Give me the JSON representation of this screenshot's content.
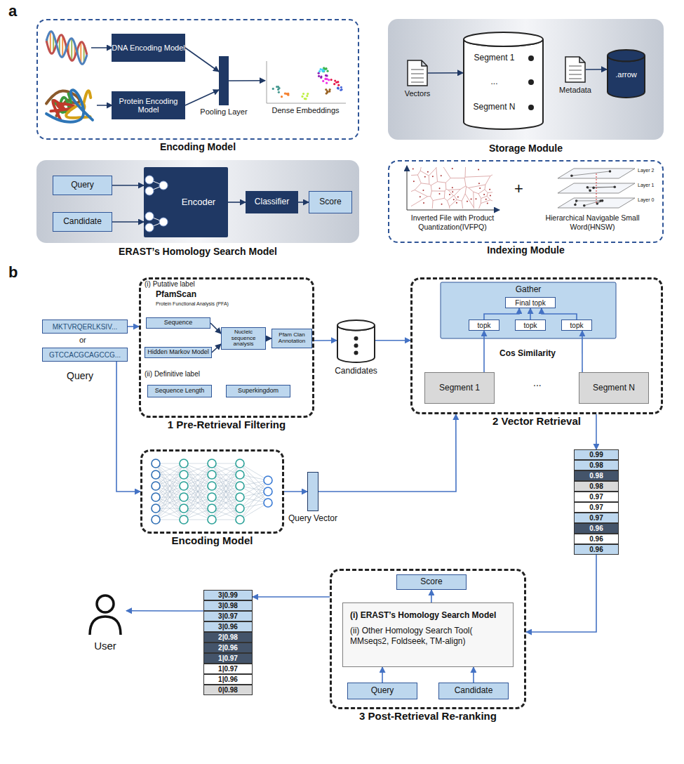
{
  "diagram": {
    "nodes": [
      {
        "text": [
          "Encoding Model"
        ]
      },
      {
        "text": [
          "DNA Encoding Model"
        ],
        "in": 0
      },
      {
        "text": [
          "Protein Encoding Model"
        ],
        "in": 0
      },
      {
        "text": [
          "Pooling Layer"
        ],
        "in": 0
      },
      {
        "text": [
          "Dense Embeddings"
        ],
        "in": 0
      },
      {
        "text": [
          "Storage Module"
        ]
      },
      {
        "text": [
          "Vectors"
        ],
        "in": 5
      },
      {
        "text": [
          "Segment 1",
          "...",
          "Segment N"
        ],
        "in": 5
      },
      {
        "text": [
          "Metadata"
        ],
        "in": 5
      },
      {
        "text": [
          ".arrow"
        ],
        "in": 5
      },
      {
        "text": [
          "ERAST’s Homology Search Model"
        ]
      },
      {
        "text": [
          "Query"
        ],
        "in": 10
      },
      {
        "text": [
          "Candidate"
        ],
        "in": 10
      },
      {
        "text": [
          "Encoder"
        ],
        "in": 10
      },
      {
        "text": [
          "Classifier"
        ],
        "in": 10
      },
      {
        "text": [
          "Score"
        ],
        "in": 10
      },
      {
        "text": [
          "Indexing Module"
        ]
      },
      {
        "text": [
          "Inverted File with Product Quantization(IVFPQ)"
        ],
        "in": 16
      },
      {
        "text": [
          "Hierarchical Navigable Small Word(HNSW)"
        ],
        "in": 16
      },
      {
        "text": [
          "MKTVRQERLKSIV..."
        ]
      },
      {
        "text": [
          "GTCCACGCAGCCG..."
        ]
      },
      {
        "text": [
          "1 Pre-Retrieval Filtering"
        ]
      },
      {
        "text": [
          "Sequence"
        ],
        "in": 21
      },
      {
        "text": [
          "Hidden Markov Model"
        ],
        "in": 21
      },
      {
        "text": [
          "Nucleic sequence analysis"
        ],
        "in": 21
      },
      {
        "text": [
          "Pfam Clan Annotation"
        ],
        "in": 21
      },
      {
        "text": [
          "Sequence Length"
        ],
        "in": 21
      },
      {
        "text": [
          "Superkingdom"
        ],
        "in": 21
      },
      {
        "text": [
          "Candidates"
        ]
      },
      {
        "text": [
          "2 Vector Retrieval"
        ]
      },
      {
        "text": [
          "Gather"
        ],
        "in": 29
      },
      {
        "text": [
          "Final topk"
        ],
        "in": 30
      },
      {
        "text": [
          "topk"
        ],
        "in": 30
      },
      {
        "text": [
          "topk"
        ],
        "in": 30
      },
      {
        "text": [
          "topk"
        ],
        "in": 30
      },
      {
        "text": [
          "Segment 1"
        ],
        "in": 29
      },
      {
        "text": [
          "Segment N"
        ],
        "in": 29
      },
      {
        "text": [
          "Encoding Model"
        ]
      },
      {
        "text": [
          "Query Vector"
        ]
      },
      {
        "text": [
          "0.99",
          "0.98",
          "0.98",
          "0.98",
          "0.97",
          "0.97",
          "0.97",
          "0.96",
          "0.96",
          "0.96"
        ]
      },
      {
        "text": [
          "3 Post-Retrieval Re-ranking"
        ]
      },
      {
        "text": [
          "Score"
        ],
        "in": 40
      },
      {
        "text": [
          "(i) ERAST’s Homology Search Model",
          "(ii) Other Homology Search Tool( MMseqs2, Foldseek, TM-align)"
        ],
        "in": 40
      },
      {
        "text": [
          "Query"
        ],
        "in": 40
      },
      {
        "text": [
          "Candidate"
        ],
        "in": 40
      },
      {
        "text": [
          "3|0.99",
          "3|0.98",
          "3|0.97",
          "3|0.96",
          "2|0.98",
          "2|0.96",
          "1|0.97",
          "1|0.97",
          "1|0.96",
          "0|0.98"
        ]
      },
      {
        "text": [
          "User"
        ]
      }
    ],
    "edges": [
      {
        "from": 1,
        "to": 3,
        "arrow": "to"
      },
      {
        "from": 2,
        "to": 3,
        "arrow": "to"
      },
      {
        "from": 3,
        "to": 4,
        "arrow": "to"
      },
      {
        "from": 6,
        "to": 7,
        "arrow": "to"
      },
      {
        "from": 8,
        "to": 9,
        "arrow": "to"
      },
      {
        "from": 11,
        "to": 13,
        "arrow": "to"
      },
      {
        "from": 12,
        "to": 13,
        "arrow": "to"
      },
      {
        "from": 13,
        "to": 14,
        "arrow": "to"
      },
      {
        "from": 14,
        "to": 15,
        "arrow": "to"
      },
      {
        "from": 19,
        "to": 21,
        "arrow": "to"
      },
      {
        "from": 22,
        "to": 24,
        "arrow": "to"
      },
      {
        "from": 23,
        "to": 24,
        "arrow": "to"
      },
      {
        "from": 24,
        "to": 25,
        "arrow": "to"
      },
      {
        "from": 21,
        "to": 28,
        "arrow": "to"
      },
      {
        "from": 28,
        "to": 29,
        "arrow": "to"
      },
      {
        "from": 35,
        "to": 32,
        "arrow": "to"
      },
      {
        "from": 36,
        "to": 34,
        "arrow": "to"
      },
      {
        "from": 32,
        "to": 31,
        "arrow": "to"
      },
      {
        "from": 33,
        "to": 31,
        "arrow": "to"
      },
      {
        "from": 34,
        "to": 31,
        "arrow": "to"
      },
      {
        "from": 20,
        "to": 37,
        "arrow": "to"
      },
      {
        "from": 37,
        "to": 38,
        "arrow": "to"
      },
      {
        "from": 38,
        "to": 29,
        "arrow": "to"
      },
      {
        "from": 29,
        "to": 39,
        "arrow": "to"
      },
      {
        "from": 39,
        "to": 40,
        "arrow": "to"
      },
      {
        "from": 43,
        "to": 42,
        "arrow": "to"
      },
      {
        "from": 44,
        "to": 42,
        "arrow": "to"
      },
      {
        "from": 42,
        "to": 41,
        "arrow": "to"
      },
      {
        "from": 40,
        "to": 45,
        "arrow": "to"
      },
      {
        "from": 45,
        "to": 46,
        "arrow": "to"
      }
    ],
    "labels": [
      "a",
      "+",
      "Layer 2",
      "Layer 1",
      "Layer 0",
      "b",
      "or",
      "Query",
      "(i) Putative label",
      "PfamScan",
      "Protein Functional Analysis (PFA)",
      "(ii) Definitive label",
      "Cos Similarity",
      "..."
    ]
  }
}
